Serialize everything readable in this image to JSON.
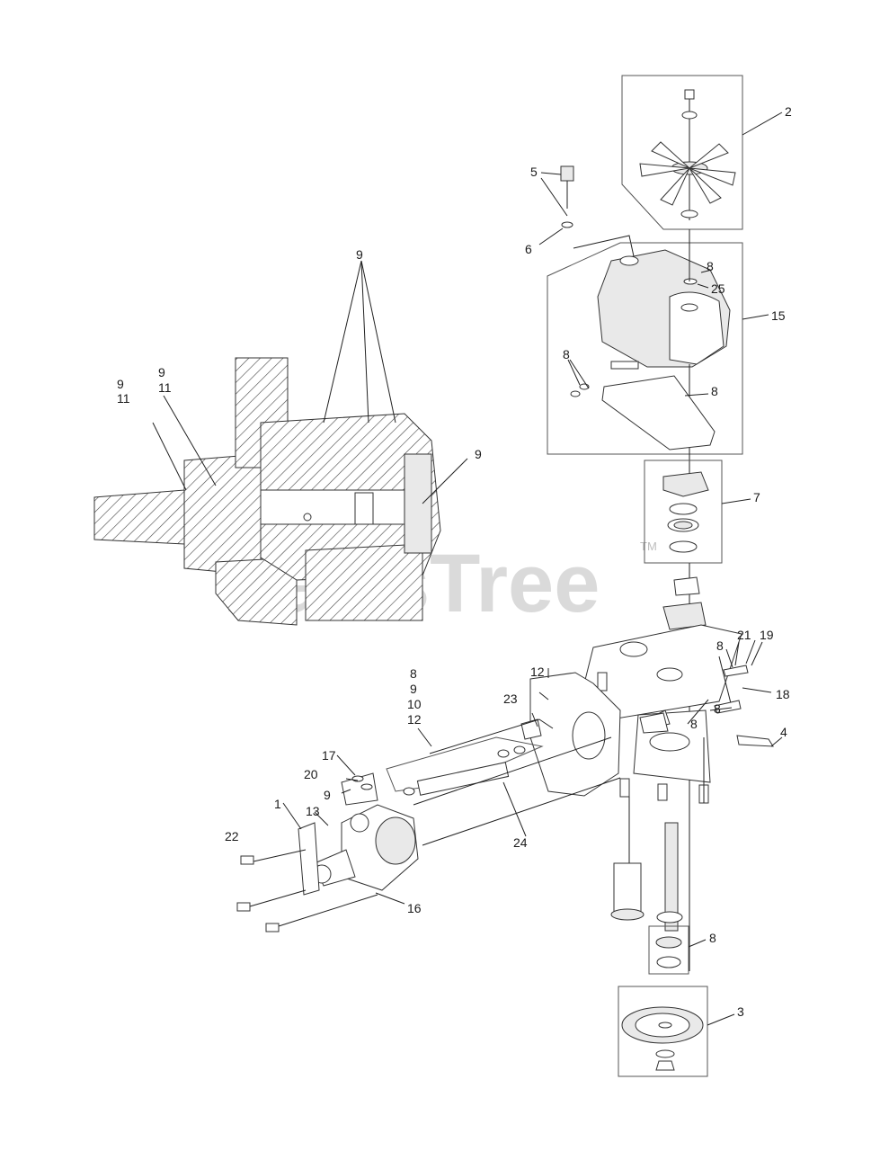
{
  "watermark": {
    "text": "PartsTree",
    "tm": "TM"
  },
  "callouts": {
    "c2": "2",
    "c5": "5",
    "c6": "6",
    "c8a": "8",
    "c25": "25",
    "c15": "15",
    "c8b": "8",
    "c8c": "8",
    "c7": "7",
    "c9a": "9",
    "c11a": "11",
    "c9b": "9",
    "c11b": "11",
    "c9c": "9",
    "c9d": "9",
    "c21": "21",
    "c19": "19",
    "c8d": "8",
    "c18": "18",
    "c8e": "8",
    "c8f": "8",
    "c4": "4",
    "c8g": "8",
    "c9e": "9",
    "c10": "10",
    "c12a": "12",
    "c12b": "12",
    "c23": "23",
    "c17": "17",
    "c20": "20",
    "c9f": "9",
    "c1": "1",
    "c13": "13",
    "c22": "22",
    "c24": "24",
    "c16": "16",
    "c8h": "8",
    "c3": "3"
  }
}
